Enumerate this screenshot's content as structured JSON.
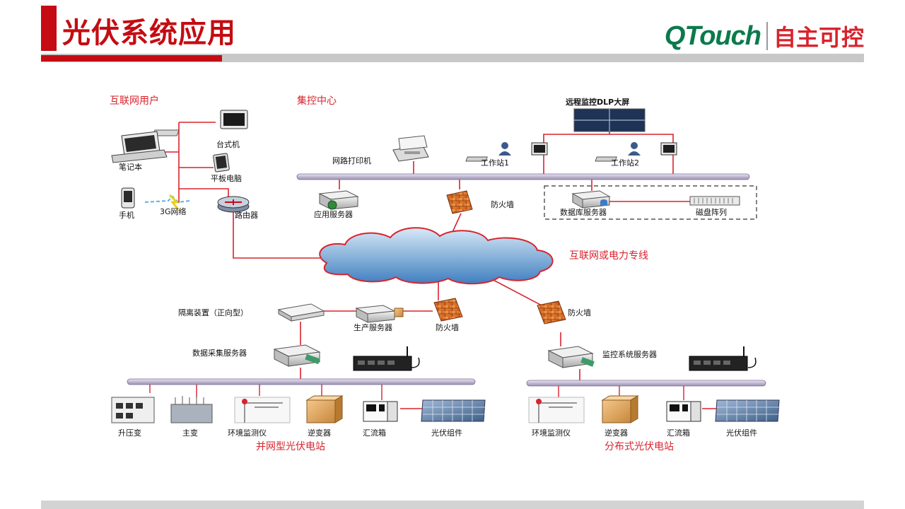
{
  "header": {
    "title": "光伏系统应用",
    "brand_en": "QTouch",
    "brand_cn": "自主可控"
  },
  "diagram": {
    "zones": {
      "internet_users": "互联网用户",
      "control_center": "集控中心",
      "cloud": "互联网或电力专线",
      "grid_station": "并网型光伏电站",
      "distributed_station": "分布式光伏电站"
    },
    "devices": {
      "desktop": "台式机",
      "laptop": "笔记本",
      "tablet": "平板电脑",
      "phone": "手机",
      "net_3g": "3G网络",
      "router": "路由器",
      "printer": "网路打印机",
      "dlp": "远程监控DLP大屏",
      "workstation1": "工作站1",
      "workstation2": "工作站2",
      "app_server": "应用服务器",
      "firewall_top": "防火墙",
      "db_server": "数据库服务器",
      "disk_array": "磁盘阵列",
      "isolation": "隔离装置（正向型）",
      "prod_server": "生产服务器",
      "firewall_left": "防火墙",
      "firewall_right": "防火墙",
      "collect_server": "数据采集服务器",
      "monitor_server": "监控系统服务器"
    },
    "grid_items": [
      "升压变",
      "主变",
      "环境监测仪",
      "逆变器",
      "汇流箱",
      "光伏组件"
    ],
    "dist_items": [
      "环境监测仪",
      "逆变器",
      "汇流箱",
      "光伏组件"
    ]
  }
}
